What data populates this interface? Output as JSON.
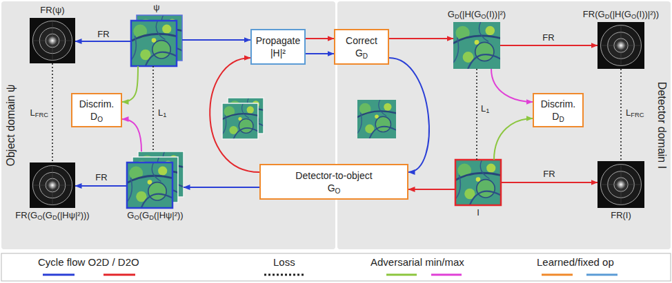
{
  "diagram": {
    "nodes": [
      {
        "text": [
          "Object domain ψ"
        ]
      },
      {
        "text": [
          "FR(ψ)"
        ],
        "in": 0
      },
      {
        "text": [
          "ψ"
        ],
        "in": 0
      },
      {
        "text": [
          "Propagate",
          "|H|²"
        ],
        "in": 0
      },
      {
        "text": [
          "Correct",
          "GD"
        ]
      },
      {
        "text": [
          "Detector domain I"
        ]
      },
      {
        "text": [
          "GD(|H(GO(I))|²)"
        ],
        "in": 5
      },
      {
        "text": [
          "FR(GD(|H(GO(I))|²))"
        ],
        "in": 5
      },
      {
        "text": [
          "Discrim.",
          "DO"
        ],
        "in": 0
      },
      {
        "text": [
          "Discrim.",
          "DD"
        ],
        "in": 5
      },
      {
        "text": [
          "Detector-to-object",
          "GO"
        ]
      },
      {
        "text": [
          "I"
        ],
        "in": 5
      },
      {
        "text": [
          "FR(I)"
        ],
        "in": 5
      },
      {
        "text": [
          "GO(GD(|Hψ|²))"
        ],
        "in": 0
      },
      {
        "text": [
          "FR(GO(GD(|Hψ|²)))"
        ],
        "in": 0
      }
    ],
    "edges": [
      {
        "from": 2,
        "to": 1,
        "arrow": "to",
        "label": "FR"
      },
      {
        "from": 2,
        "to": 3,
        "arrow": "to"
      },
      {
        "from": 3,
        "to": 4,
        "arrow": "to"
      },
      {
        "from": 3,
        "to": 4,
        "arrow": "to"
      },
      {
        "from": 4,
        "to": 10,
        "arrow": "to"
      },
      {
        "from": 4,
        "to": 6,
        "arrow": "to"
      },
      {
        "from": 6,
        "to": 7,
        "arrow": "to",
        "label": "FR"
      },
      {
        "from": 11,
        "to": 10,
        "arrow": "to"
      },
      {
        "from": 10,
        "to": 3,
        "arrow": "to"
      },
      {
        "from": 10,
        "to": 13,
        "arrow": "to"
      },
      {
        "from": 13,
        "to": 14,
        "arrow": "to",
        "label": "FR"
      },
      {
        "from": 11,
        "to": 12,
        "arrow": "to",
        "label": "FR"
      },
      {
        "from": 1,
        "to": 14,
        "arrow": "none",
        "label": "LFRC"
      },
      {
        "from": 2,
        "to": 13,
        "arrow": "none",
        "label": "L1"
      },
      {
        "from": 6,
        "to": 11,
        "arrow": "none",
        "label": "L1"
      },
      {
        "from": 7,
        "to": 12,
        "arrow": "none",
        "label": "LFRC"
      },
      {
        "from": 2,
        "to": 8,
        "arrow": "to"
      },
      {
        "from": 13,
        "to": 8,
        "arrow": "to"
      },
      {
        "from": 6,
        "to": 9,
        "arrow": "to"
      },
      {
        "from": 11,
        "to": 9,
        "arrow": "to"
      }
    ],
    "legend": [
      {
        "text": "Cycle flow O2D / D2O"
      },
      {
        "text": "Loss"
      },
      {
        "text": "Adversarial min/max"
      },
      {
        "text": "Learned/fixed op"
      }
    ]
  }
}
